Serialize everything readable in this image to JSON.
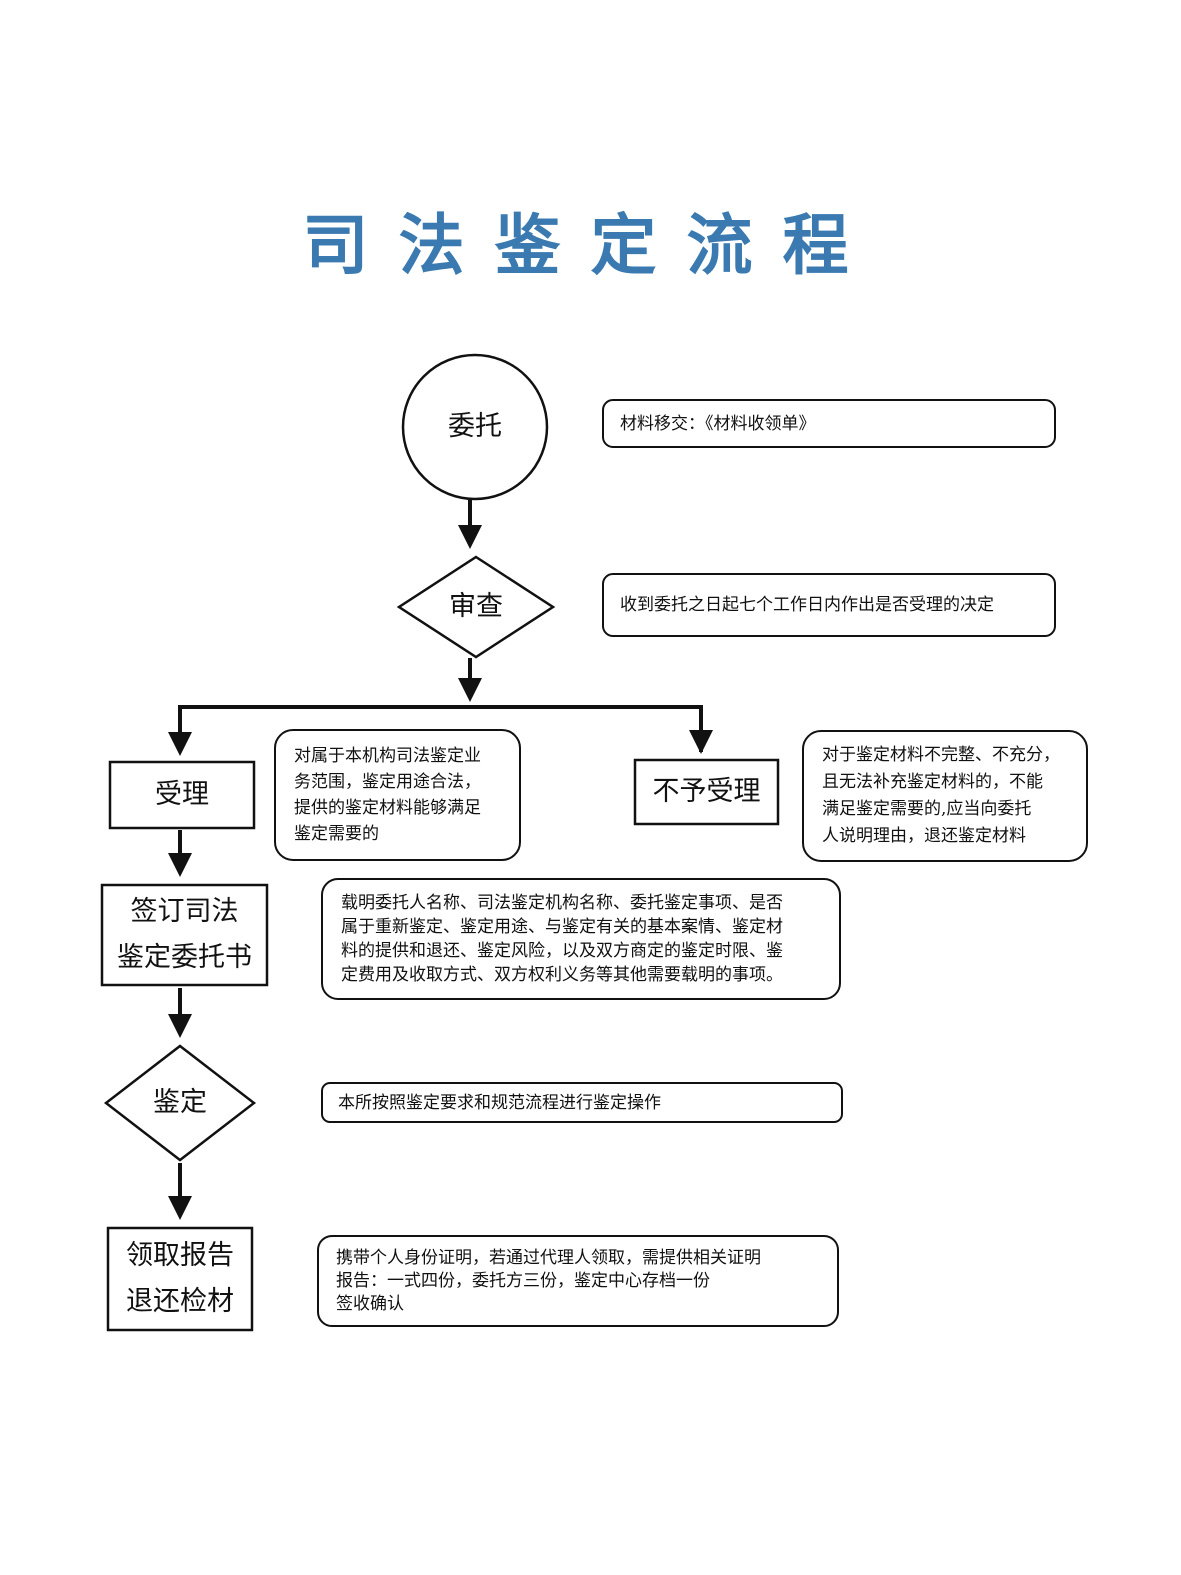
{
  "title": "司法鉴定流程",
  "nodes": {
    "entrust": "委托",
    "review": "审查",
    "accept": "受理",
    "reject": "不予受理",
    "sign": "签订司法\n鉴定委托书",
    "appraise": "鉴定",
    "report": "领取报告\n退还检材"
  },
  "notes": {
    "entrust": "材料移交：《材料收领单》",
    "review": "收到委托之日起七个工作日内作出是否受理的决定",
    "accept": "对属于本机构司法鉴定业\n务范围，鉴定用途合法，\n提供的鉴定材料能够满足\n鉴定需要的",
    "reject": "对于鉴定材料不完整、不充分，\n且无法补充鉴定材料的，不能\n满足鉴定需要的,应当向委托\n人说明理由，退还鉴定材料",
    "sign": "载明委托人名称、司法鉴定机构名称、委托鉴定事项、是否\n属于重新鉴定、鉴定用途、与鉴定有关的基本案情、鉴定材\n料的提供和退还、鉴定风险，以及双方商定的鉴定时限、鉴\n定费用及收取方式、双方权利义务等其他需要载明的事项。",
    "appraise": "本所按照鉴定要求和规范流程进行鉴定操作",
    "report": "携带个人身份证明，若通过代理人领取，需提供相关证明\n报告：一式四份，委托方三份，鉴定中心存档一份\n签收确认"
  }
}
